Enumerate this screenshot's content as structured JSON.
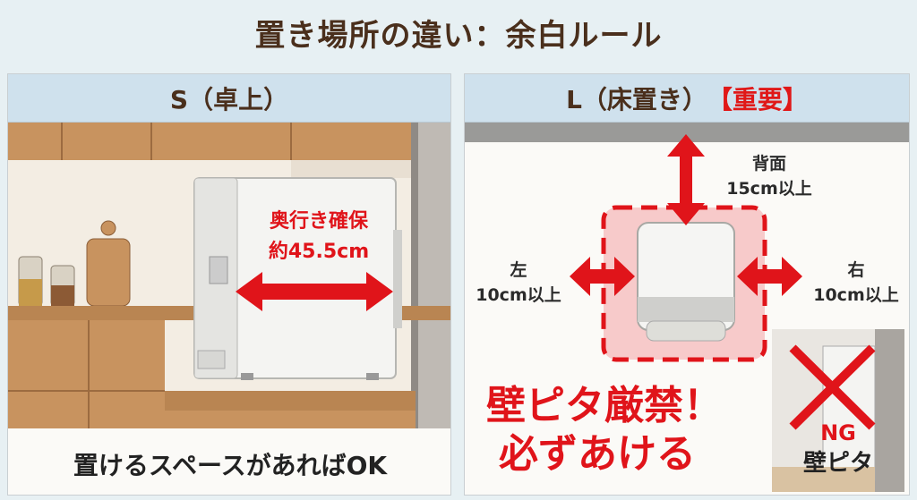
{
  "title": "置き場所の違い：余白ルール",
  "left_panel": {
    "header": "S（卓上）",
    "depth_label_1": "奥行き確保",
    "depth_label_2": "約45.5cm",
    "footer": "置けるスペースがあればOK"
  },
  "right_panel": {
    "header_main": "L（床置き）",
    "header_badge": "【重要】",
    "back_label": "背面",
    "back_value": "15cm以上",
    "left_label": "左",
    "left_value": "10cm以上",
    "right_label": "右",
    "right_value": "10cm以上",
    "warning_line1": "壁ピタ厳禁！",
    "warning_line2": "必ずあける",
    "ng_badge": "NG",
    "ng_caption": "壁ピタ"
  },
  "colors": {
    "accent_red": "#e0141a",
    "header_blue": "#cfe1ed",
    "title_brown": "#4a2f1c",
    "wood": "#c8935f"
  }
}
